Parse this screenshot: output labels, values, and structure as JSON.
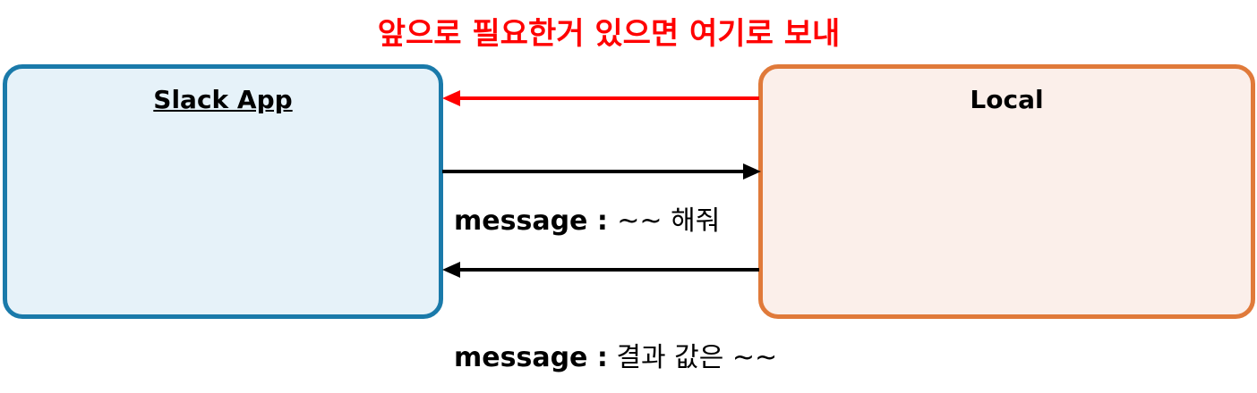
{
  "colors": {
    "slack_border": "#1a7aaa",
    "slack_fill": "#e6f2f9",
    "local_border": "#e07a3a",
    "local_fill": "#fbefea",
    "accent_red": "#ff0000",
    "arrow_black": "#000000"
  },
  "top_note": "앞으로 필요한거 있으면 여기로 보내",
  "slack_box": {
    "title": "Slack App"
  },
  "local_box": {
    "title": "Local"
  },
  "arrows": {
    "top": "local-to-slack",
    "middle": "slack-to-local",
    "bottom": "local-to-slack"
  },
  "request_label": {
    "key": "message",
    "sep": " : ",
    "value": "~~ 해줘"
  },
  "response_label": {
    "key": "message :",
    "value": " 결과 값은 ~~"
  }
}
